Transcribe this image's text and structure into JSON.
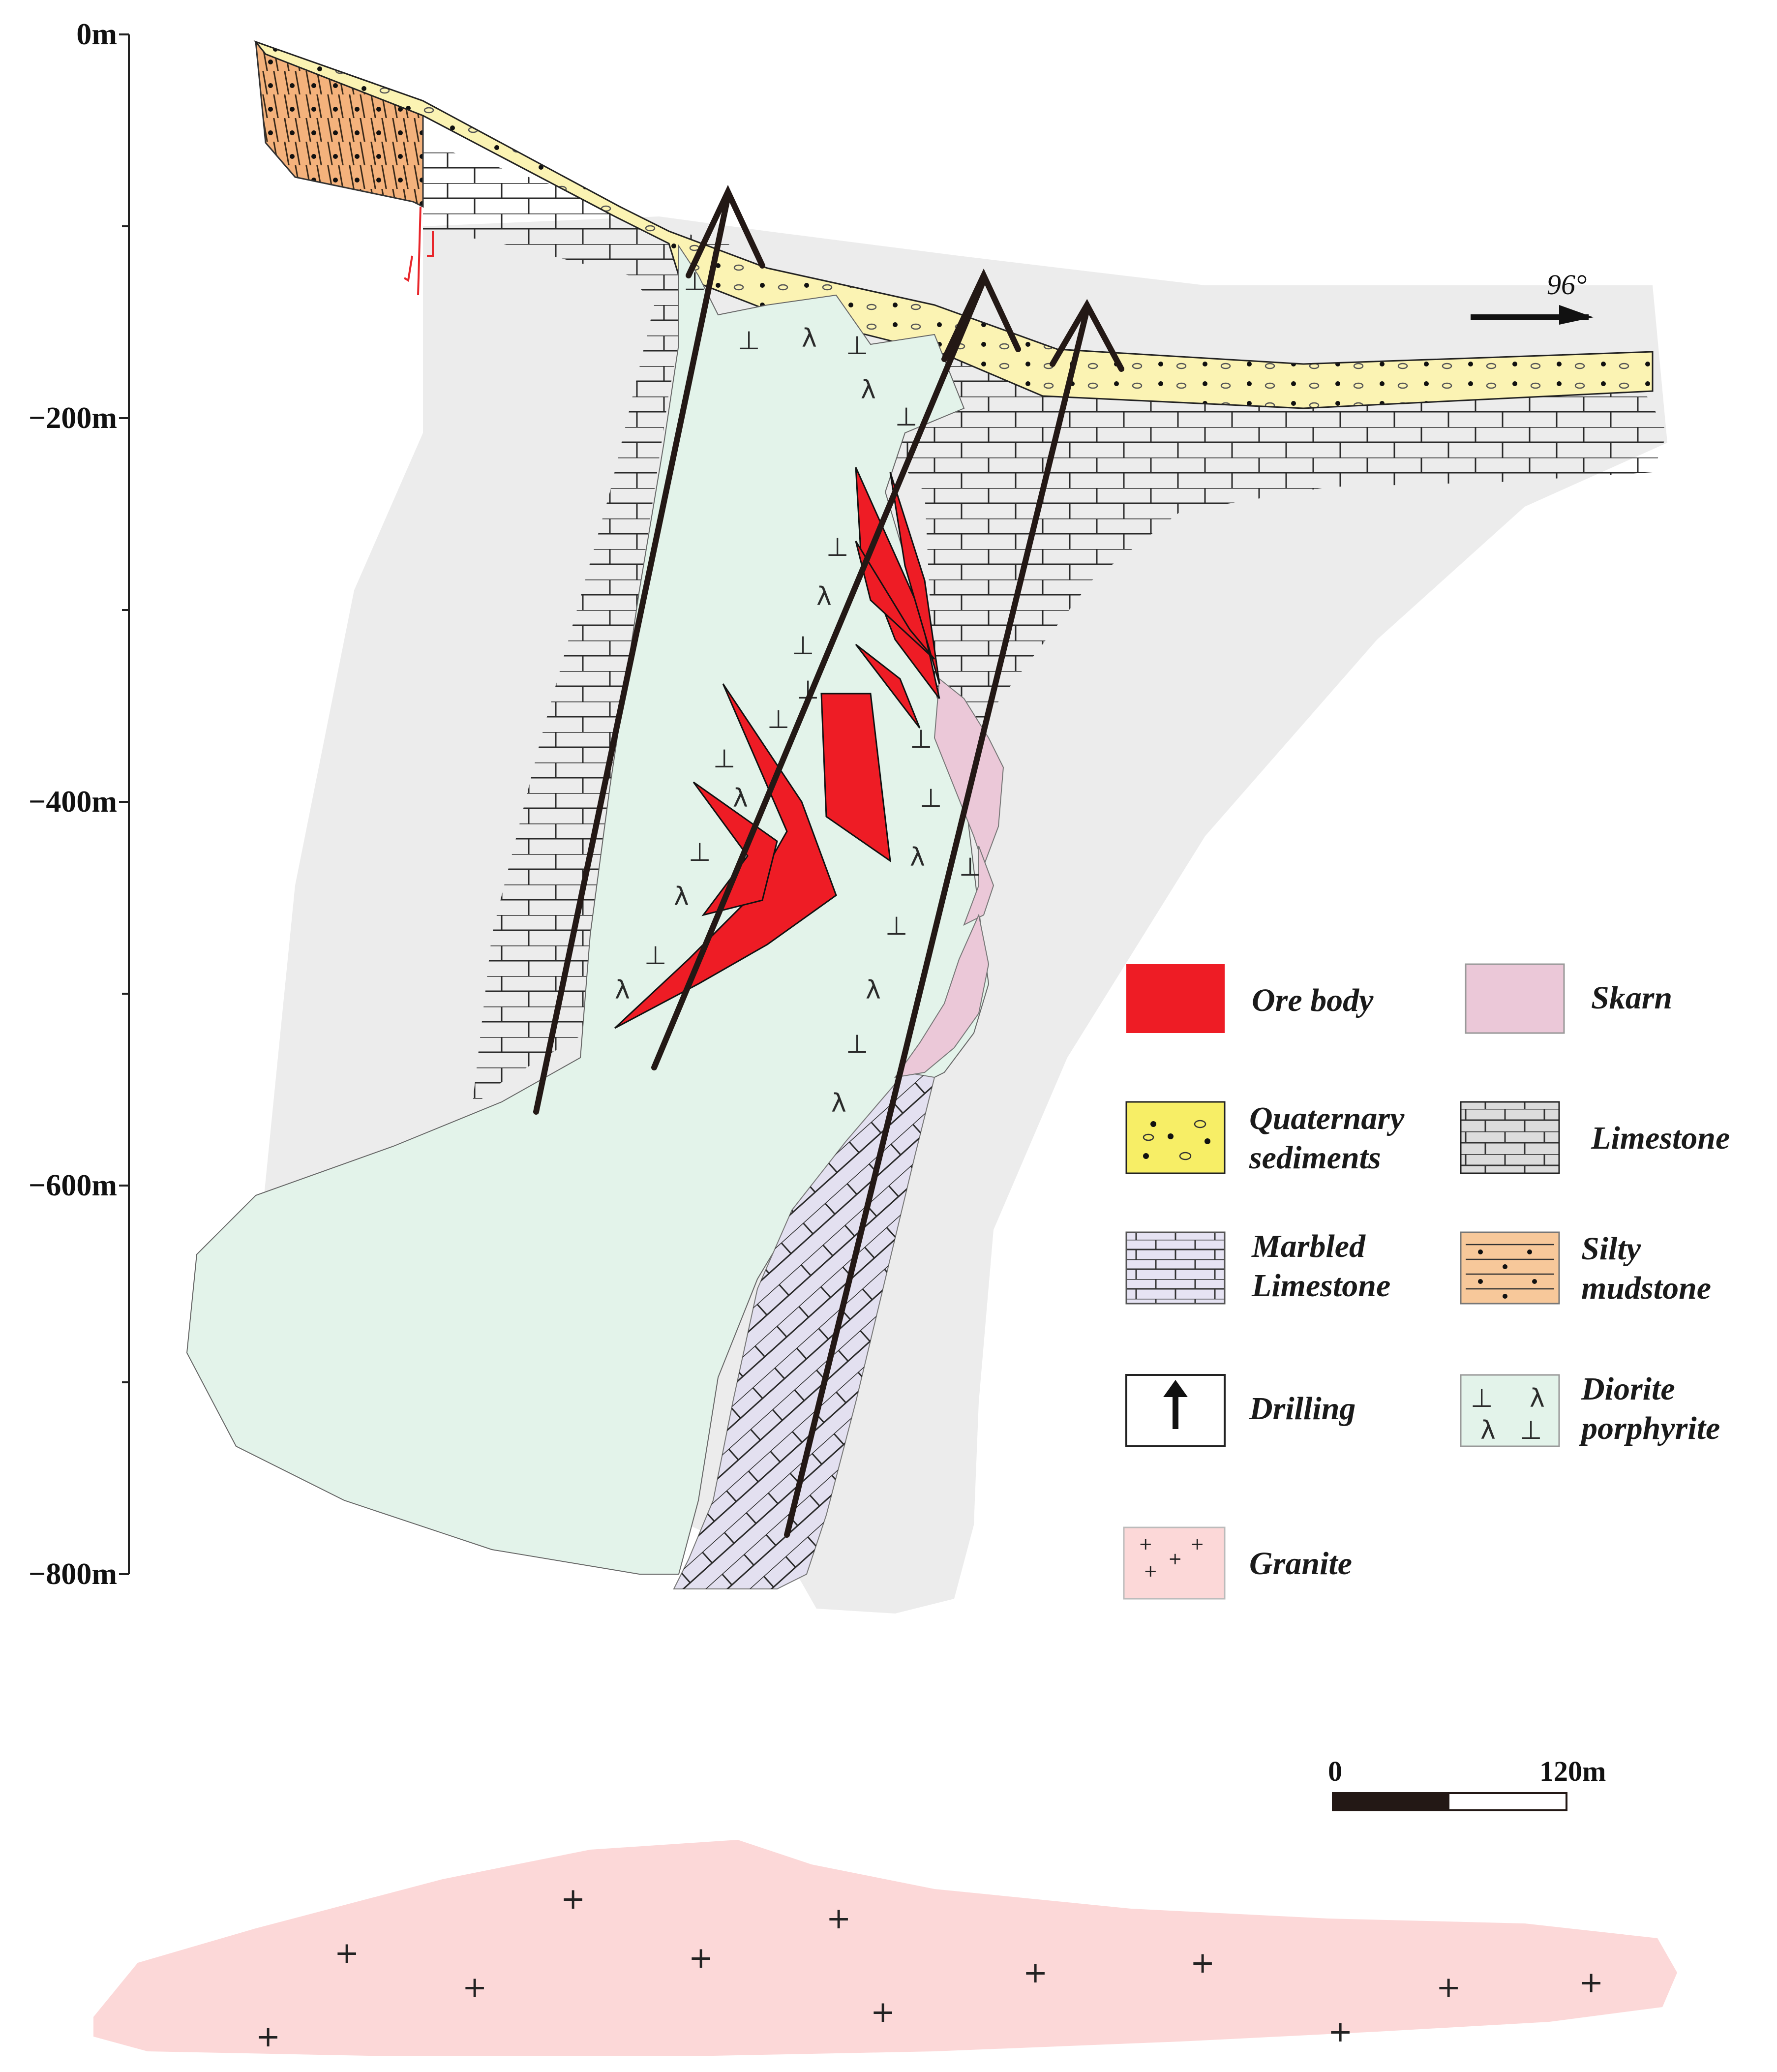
{
  "depth_axis": {
    "labels": [
      "0m",
      "−200m",
      "−400m",
      "−600m",
      "−800m"
    ]
  },
  "direction": {
    "label": "96°"
  },
  "legend": {
    "ore_body": "Ore body",
    "skarn": "Skarn",
    "quaternary": [
      "Quaternary",
      "sediments"
    ],
    "limestone": "Limestone",
    "marbled": [
      "Marbled",
      "Limestone"
    ],
    "silty": [
      "Silty",
      "mudstone"
    ],
    "drilling": "Drilling",
    "diorite": [
      "Diorite",
      "porphyrite"
    ],
    "granite": "Granite"
  },
  "scale_bar": {
    "start": "0",
    "end": "120m"
  },
  "colors": {
    "ore": "#ee1c25",
    "skarn": "#ebc8d8",
    "quaternary": "#fbf3b3",
    "quaternary_legend": "#f7ee66",
    "limestone": "#e6e6e6",
    "marbled": "#e3e0f0",
    "silty": "#f7c89a",
    "diorite": "#e3f3ea",
    "granite": "#fcd8d8"
  }
}
